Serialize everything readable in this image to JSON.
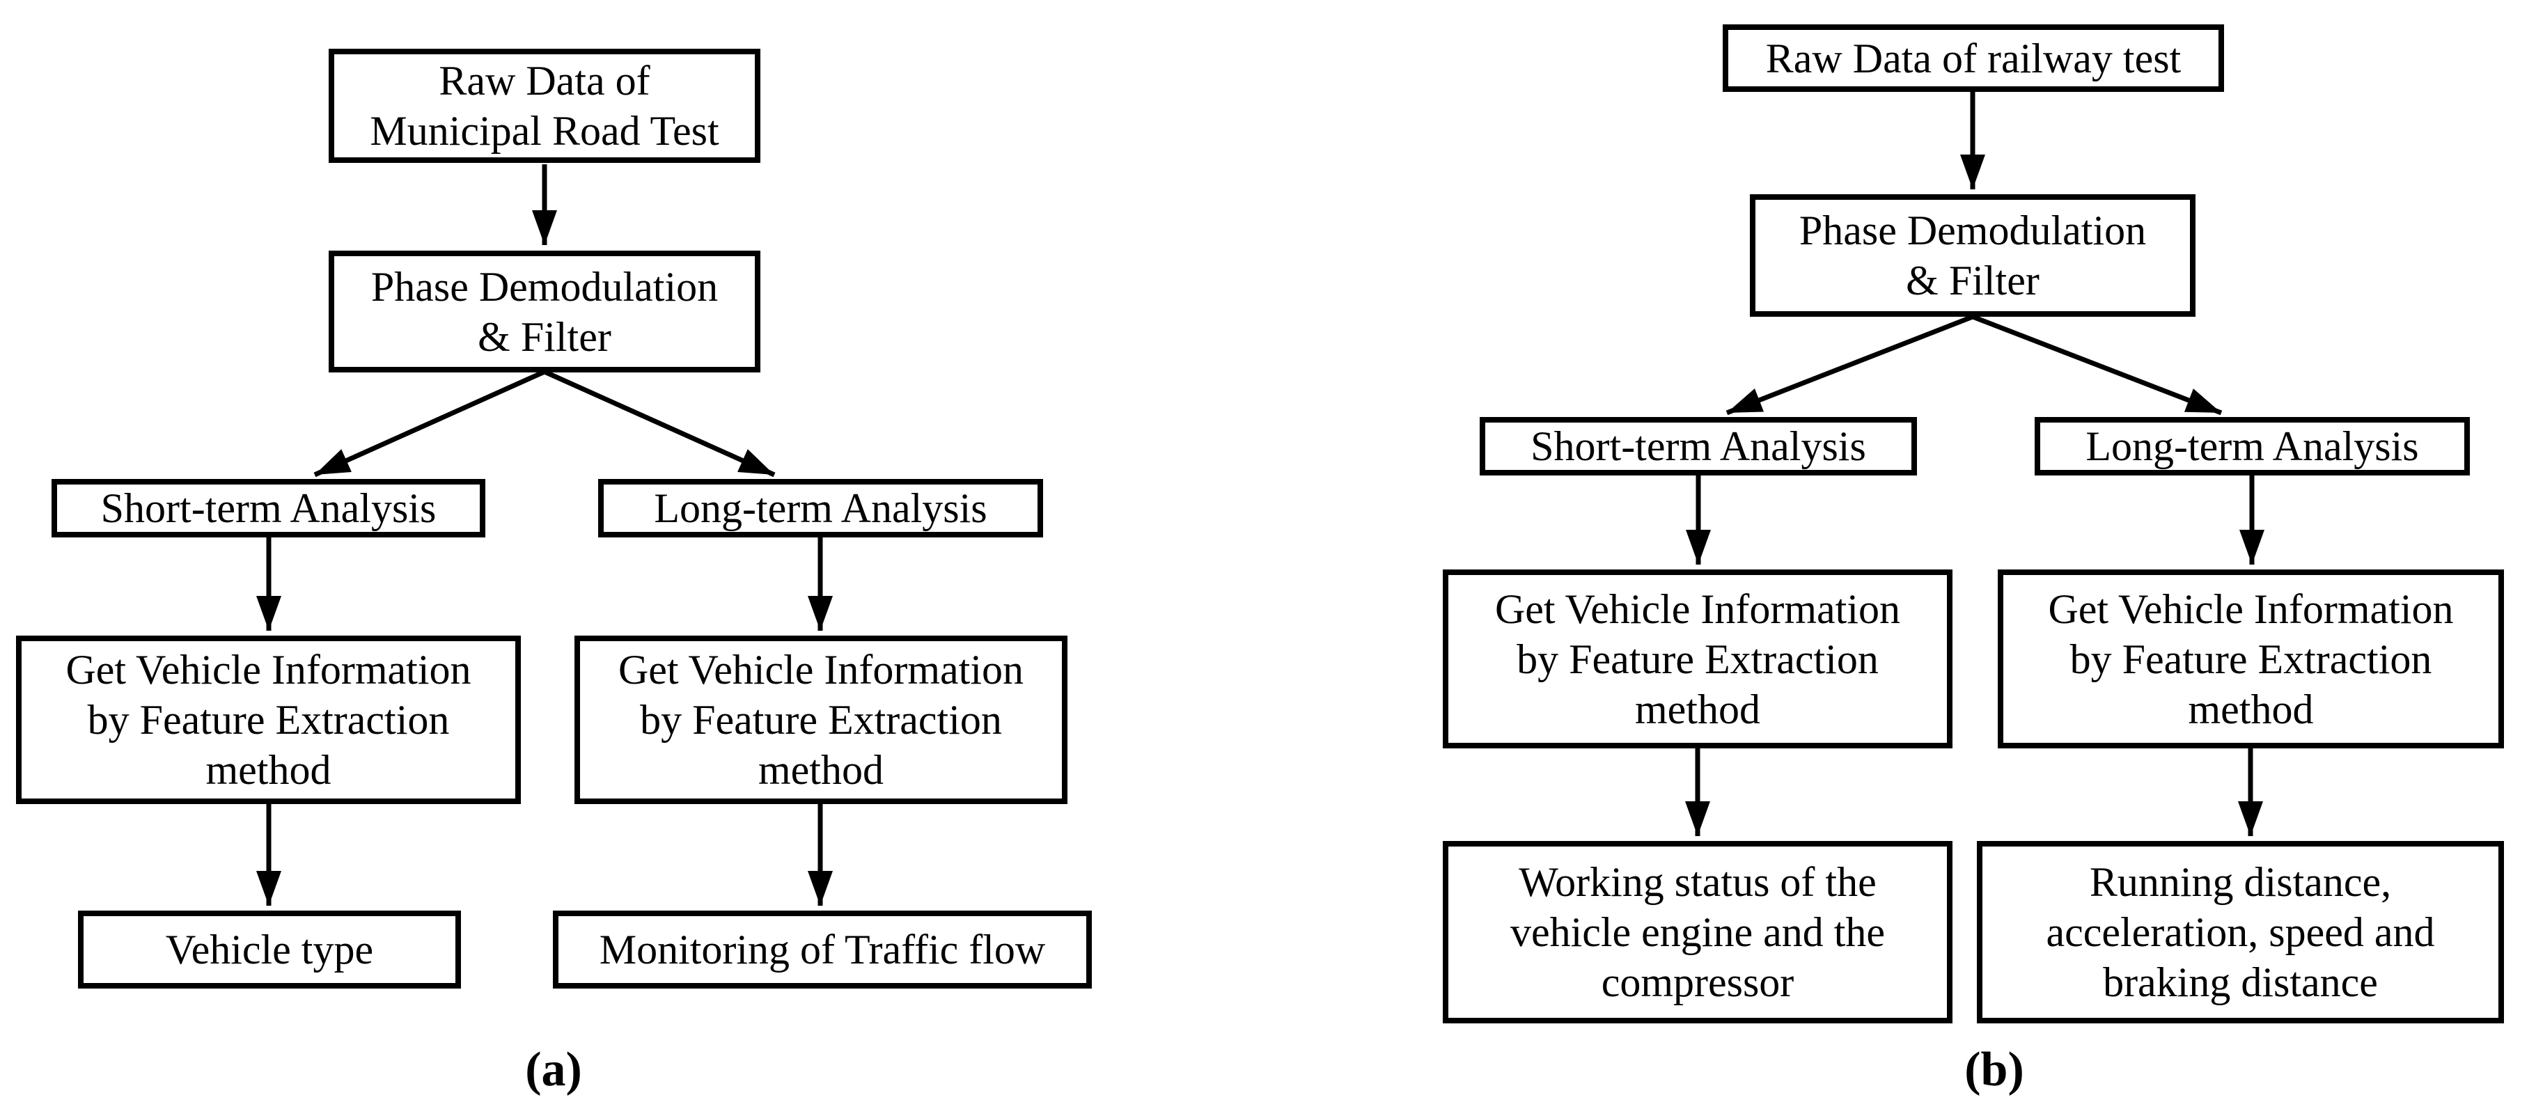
{
  "figure": {
    "colors": {
      "ink": "#000000",
      "background": "#ffffff"
    },
    "panel_a": {
      "caption": "(a)",
      "boxes": {
        "raw_data": [
          "Raw Data of",
          "Municipal Road Test"
        ],
        "phase_filter": [
          "Phase Demodulation",
          "& Filter"
        ],
        "short_term": [
          "Short-term Analysis"
        ],
        "long_term": [
          "Long-term Analysis"
        ],
        "get_info_short": [
          "Get Vehicle Information",
          "by Feature Extraction",
          "method"
        ],
        "get_info_long": [
          "Get Vehicle Information",
          "by Feature Extraction",
          "method"
        ],
        "vehicle_type": [
          "Vehicle type"
        ],
        "traffic_flow": [
          "Monitoring of Traffic flow"
        ]
      }
    },
    "panel_b": {
      "caption": "(b)",
      "boxes": {
        "raw_data": [
          "Raw Data of railway test"
        ],
        "phase_filter": [
          "Phase Demodulation",
          "& Filter"
        ],
        "short_term": [
          "Short-term Analysis"
        ],
        "long_term": [
          "Long-term Analysis"
        ],
        "get_info_short": [
          "Get Vehicle Information",
          "by Feature Extraction",
          "method"
        ],
        "get_info_long": [
          "Get Vehicle Information",
          "by Feature Extraction",
          "method"
        ],
        "working_status": [
          "Working status of the",
          "vehicle engine and the",
          "compressor"
        ],
        "running_metrics": [
          "Running distance,",
          "acceleration, speed and",
          "braking distance"
        ]
      }
    }
  }
}
